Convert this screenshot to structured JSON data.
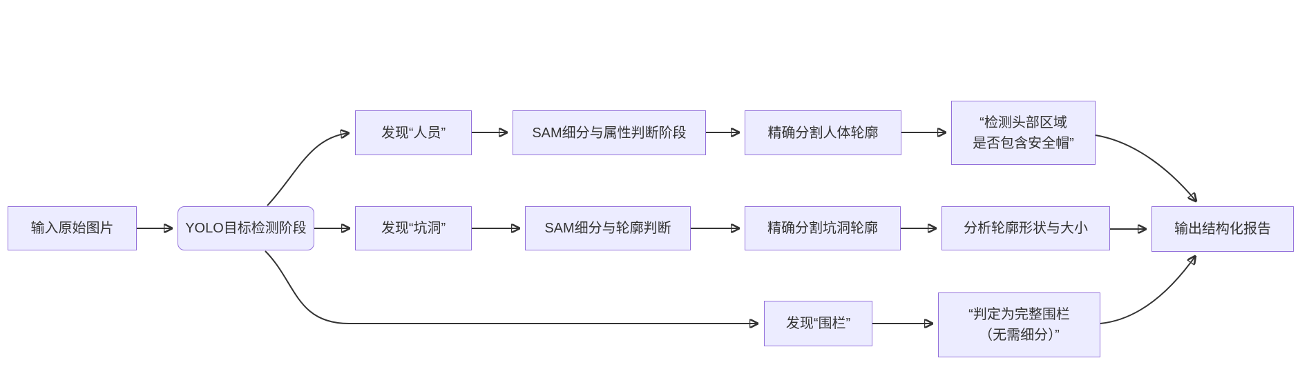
{
  "diagram": {
    "type": "flowchart",
    "direction": "left-to-right",
    "colors": {
      "node_fill": "#ECECFF",
      "node_border": "#9370DB",
      "edge": "#333333",
      "text": "#333333",
      "background": "#FFFFFF"
    },
    "nodes": [
      {
        "id": "input_image",
        "shape": "rect",
        "label": "输入原始图片"
      },
      {
        "id": "yolo_stage",
        "shape": "rounded",
        "label": "YOLO目标检测阶段"
      },
      {
        "id": "found_person",
        "shape": "rect",
        "label": "发现“人员”"
      },
      {
        "id": "sam_attribute_stage",
        "shape": "rect",
        "label": "SAM细分与属性判断阶段"
      },
      {
        "id": "segment_person",
        "shape": "rect",
        "label": "精确分割人体轮廓"
      },
      {
        "id": "helmet_check",
        "shape": "rect",
        "label": "“检测头部区域\n是否包含安全帽”"
      },
      {
        "id": "found_pothole",
        "shape": "rect",
        "label": "发现“坑洞”"
      },
      {
        "id": "sam_contour_stage",
        "shape": "rect",
        "label": "SAM细分与轮廓判断"
      },
      {
        "id": "segment_pothole",
        "shape": "rect",
        "label": "精确分割坑洞轮廓"
      },
      {
        "id": "analyze_contour",
        "shape": "rect",
        "label": "分析轮廓形状与大小"
      },
      {
        "id": "output_report",
        "shape": "rect",
        "label": "输出结构化报告"
      },
      {
        "id": "found_fence",
        "shape": "rect",
        "label": "发现“围栏”"
      },
      {
        "id": "fence_verdict",
        "shape": "rect",
        "label": "“判定为完整围栏\n（无需细分）”"
      }
    ],
    "edges": [
      {
        "from": "input_image",
        "to": "yolo_stage"
      },
      {
        "from": "yolo_stage",
        "to": "found_person"
      },
      {
        "from": "yolo_stage",
        "to": "found_pothole"
      },
      {
        "from": "yolo_stage",
        "to": "found_fence"
      },
      {
        "from": "found_person",
        "to": "sam_attribute_stage"
      },
      {
        "from": "sam_attribute_stage",
        "to": "segment_person"
      },
      {
        "from": "segment_person",
        "to": "helmet_check"
      },
      {
        "from": "helmet_check",
        "to": "output_report"
      },
      {
        "from": "found_pothole",
        "to": "sam_contour_stage"
      },
      {
        "from": "sam_contour_stage",
        "to": "segment_pothole"
      },
      {
        "from": "segment_pothole",
        "to": "analyze_contour"
      },
      {
        "from": "analyze_contour",
        "to": "output_report"
      },
      {
        "from": "found_fence",
        "to": "fence_verdict"
      },
      {
        "from": "fence_verdict",
        "to": "output_report"
      }
    ]
  }
}
